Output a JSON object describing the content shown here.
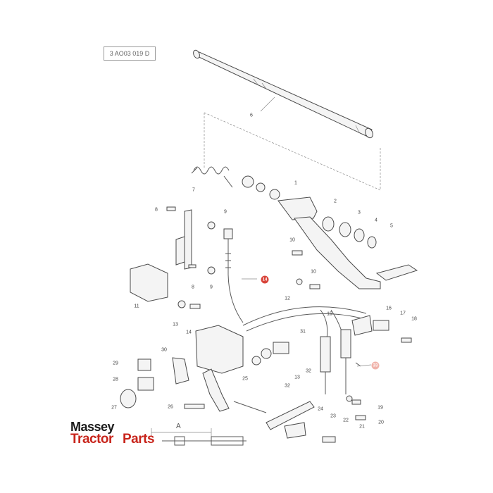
{
  "drawing": {
    "ref_code": "3 AO03 019 D",
    "dimension_label": "A"
  },
  "logo": {
    "line1": "Massey",
    "line2_a": "Tractor",
    "line2_b": "Parts",
    "colors": {
      "dark": "#1b1b1b",
      "red": "#c8251c"
    }
  },
  "highlight_color": "#d8443a",
  "callouts": [
    {
      "id": "c6",
      "text": "6"
    },
    {
      "id": "c7",
      "text": "7"
    },
    {
      "id": "c1",
      "text": "1"
    },
    {
      "id": "c2",
      "text": "2"
    },
    {
      "id": "c3",
      "text": "3"
    },
    {
      "id": "c4",
      "text": "4"
    },
    {
      "id": "c5",
      "text": "5"
    },
    {
      "id": "c8a",
      "text": "8"
    },
    {
      "id": "c9a",
      "text": "9"
    },
    {
      "id": "c10a",
      "text": "10"
    },
    {
      "id": "c10b",
      "text": "10"
    },
    {
      "id": "c8b",
      "text": "8"
    },
    {
      "id": "c9b",
      "text": "9"
    },
    {
      "id": "c11",
      "text": "11"
    },
    {
      "id": "c13a",
      "text": "13"
    },
    {
      "id": "c14",
      "text": "14"
    },
    {
      "id": "c12a",
      "text": "12"
    },
    {
      "id": "c15",
      "text": "15"
    },
    {
      "id": "c16",
      "text": "16"
    },
    {
      "id": "c17",
      "text": "17"
    },
    {
      "id": "c18",
      "text": "18"
    },
    {
      "id": "c31",
      "text": "31"
    },
    {
      "id": "c32a",
      "text": "32"
    },
    {
      "id": "c13b",
      "text": "13"
    },
    {
      "id": "c32b",
      "text": "32"
    },
    {
      "id": "c30",
      "text": "30"
    },
    {
      "id": "c29",
      "text": "29"
    },
    {
      "id": "c28",
      "text": "28"
    },
    {
      "id": "c27",
      "text": "27"
    },
    {
      "id": "c26",
      "text": "26"
    },
    {
      "id": "c25",
      "text": "25"
    },
    {
      "id": "c24",
      "text": "24"
    },
    {
      "id": "c23",
      "text": "23"
    },
    {
      "id": "c22",
      "text": "22"
    },
    {
      "id": "c21",
      "text": "21"
    },
    {
      "id": "c20",
      "text": "20"
    },
    {
      "id": "c19",
      "text": "19"
    }
  ],
  "highlights": [
    {
      "id": "h14",
      "text": "14"
    },
    {
      "id": "h33",
      "text": "33"
    }
  ]
}
